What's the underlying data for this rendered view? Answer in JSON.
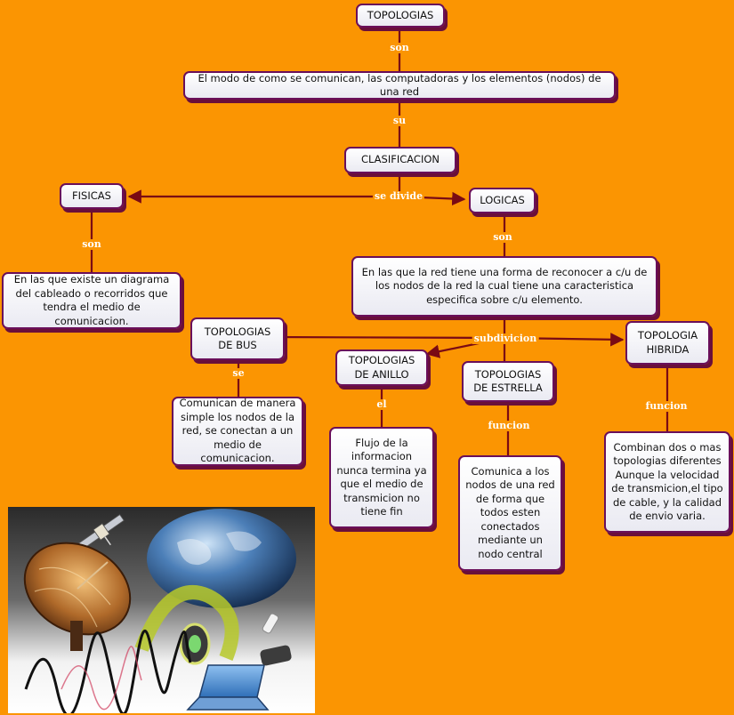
{
  "nodes": {
    "topologias": "TOPOLOGIAS",
    "modo": "El modo de como se comunican, las computadoras y los elementos (nodos) de una red",
    "clasificacion": "CLASIFICACION",
    "fisicas": "FISICAS",
    "logicas": "LOGICAS",
    "fisicas_desc": "En las que existe un diagrama del cableado o recorridos que tendra el medio de comunicacion.",
    "logicas_desc": "En las que la red tiene una forma de reconocer a c/u de los nodos de la red la cual tiene una caracteristica especifica sobre c/u elemento.",
    "bus": "TOPOLOGIAS DE BUS",
    "anillo": "TOPOLOGIAS DE ANILLO",
    "estrella": "TOPOLOGIAS DE ESTRELLA",
    "hibrida": "TOPOLOGIA HIBRIDA",
    "bus_desc": "Comunican de manera simple los nodos de la red, se conectan a un medio de comunicacion.",
    "anillo_desc": "Flujo de la informacion nunca termina ya que el medio de transmicion no tiene fin",
    "estrella_desc": "Comunica a los nodos de una red de forma que todos esten conectados mediante un nodo central",
    "hibrida_desc": "Combinan dos o mas topologias diferentes Aunque la velocidad de transmicion,el tipo de cable, y la calidad de envio varia."
  },
  "labels": {
    "son1": "son",
    "su": "su",
    "se_divide": "se divide",
    "son2": "son",
    "son3": "son",
    "subdivicion": "subdivicion",
    "se": "se",
    "el": "el",
    "funcion1": "funcion",
    "funcion2": "funcion"
  },
  "colors": {
    "background": "#fb9502",
    "node_border": "#6a0f5a",
    "connector": "#7a0a14",
    "label_text": "#ffffff"
  },
  "image": {
    "icons": [
      "satellite-icon",
      "earth-icon",
      "satellite-dish-icon",
      "signal-wave-icon",
      "laptop-icon",
      "mobile-device-icon"
    ]
  }
}
